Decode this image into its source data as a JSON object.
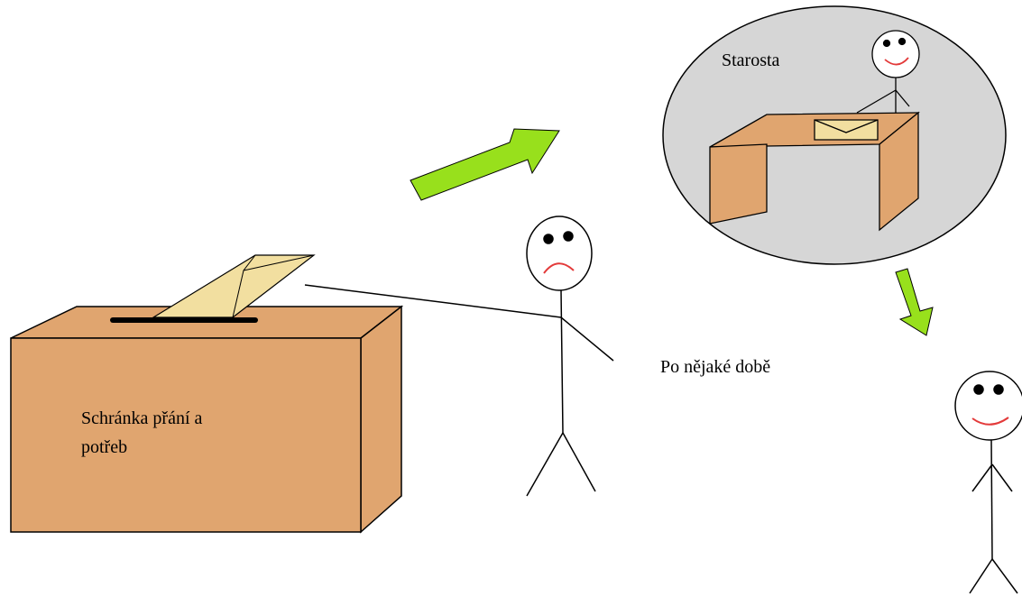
{
  "box_label_line1": "Schránka přání a",
  "box_label_line2": "potřeb",
  "mayor_label": "Starosta",
  "time_label": "Po nějaké době",
  "colors": {
    "box": "#e0a56f",
    "envelope": "#f2dfa0",
    "bubble": "#d6d6d6",
    "arrow": "#98e01c",
    "smile": "#e33a3a",
    "frown": "#e33a3a"
  }
}
